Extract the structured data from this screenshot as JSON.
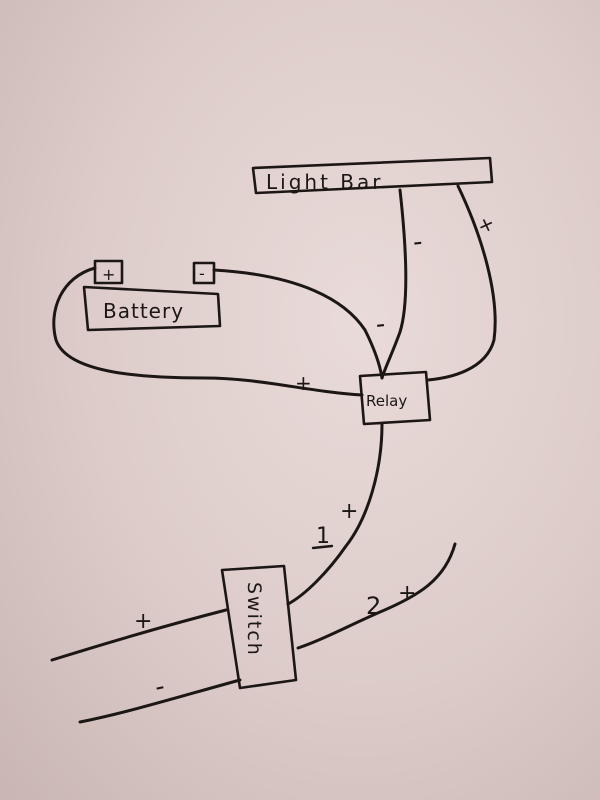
{
  "diagram": {
    "components": {
      "light_bar": "Light Bar",
      "battery": "Battery",
      "battery_pos": "+",
      "battery_neg": "-",
      "relay": "Relay",
      "switch": "Switch"
    },
    "wire_labels": {
      "lightbar_neg": "-",
      "lightbar_pos": "+",
      "battery_neg_wire": "-",
      "battery_pos_wire": "+",
      "relay_to_switch_num": "1",
      "relay_to_switch_sign": "+",
      "switch_out_num": "2",
      "switch_out_sign": "+",
      "switch_in_pos": "+",
      "switch_in_neg": "-"
    }
  },
  "colors": {
    "ink": "#1c1714",
    "paper": "#e3d3d1"
  }
}
